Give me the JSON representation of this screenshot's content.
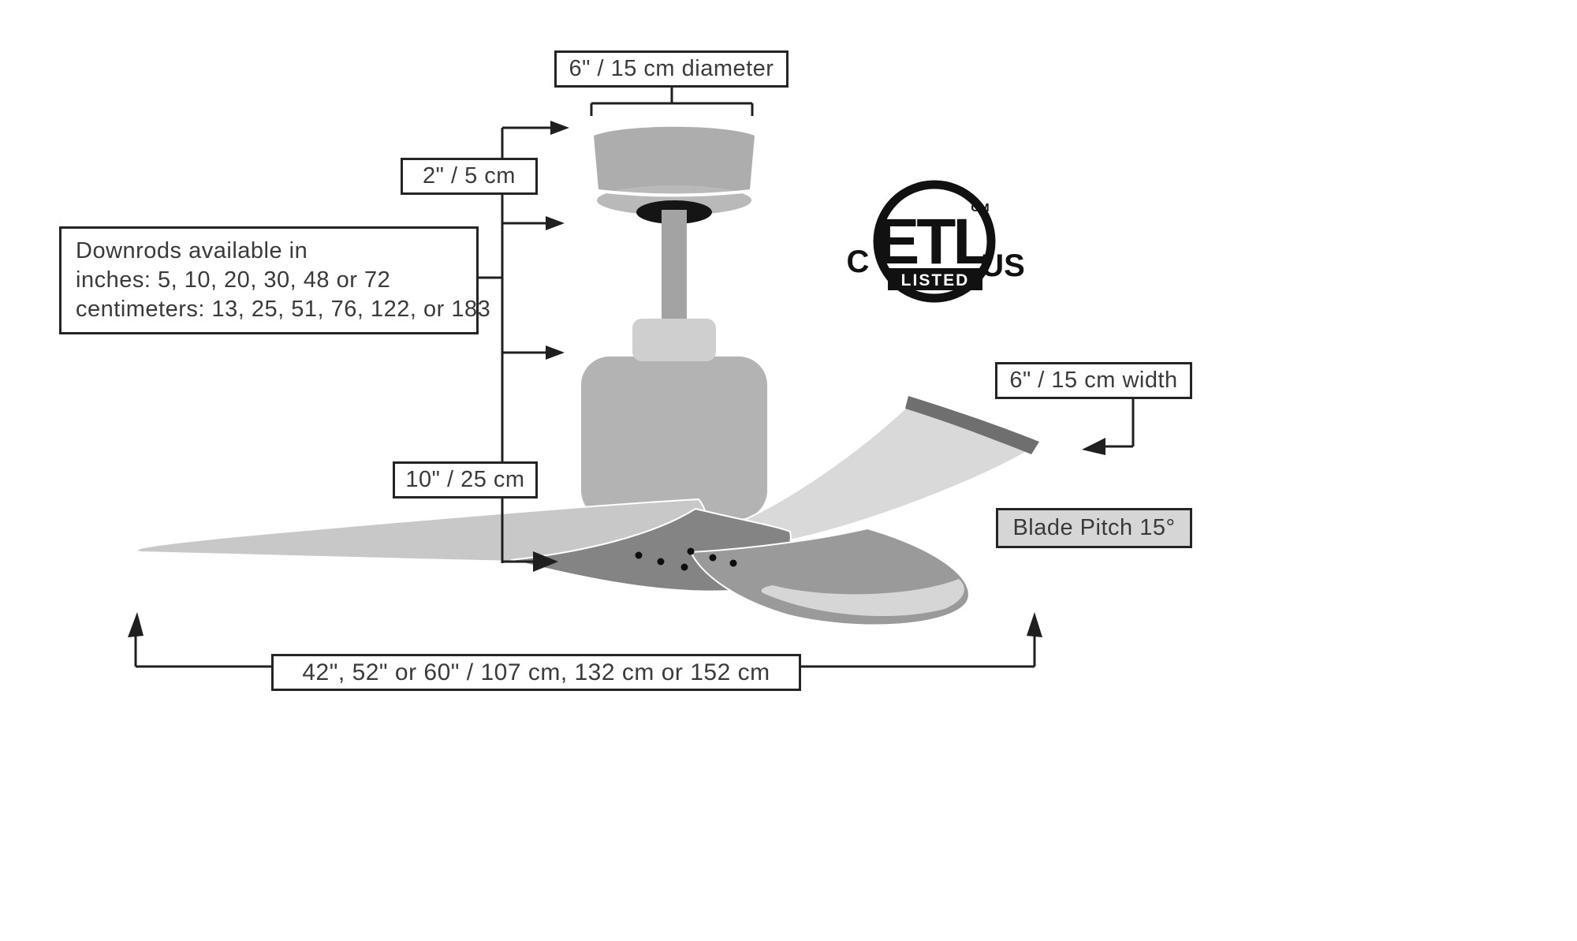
{
  "diagram": {
    "labels": {
      "canopy_diameter": "6\" / 15 cm diameter",
      "canopy_height": "2\" / 5 cm",
      "downrods_lines": [
        "Downrods available in",
        "inches: 5, 10, 20, 30, 48 or 72",
        "centimeters: 13, 25, 51, 76, 122, or 183"
      ],
      "motor_height": "10\" / 25 cm",
      "blade_width": "6\" / 15 cm width",
      "blade_pitch": "Blade Pitch 15°",
      "blade_span": "42\", 52\" or 60\" / 107 cm, 132  cm or 152 cm"
    },
    "certification": {
      "mark": "ETL",
      "cm_superscript": "CM",
      "listed": "LISTED",
      "country_left": "C",
      "country_right": "US"
    },
    "colors": {
      "line": "#1f1f1f",
      "label_border": "#242424",
      "pitch_box_background": "#d6d6d6"
    }
  }
}
